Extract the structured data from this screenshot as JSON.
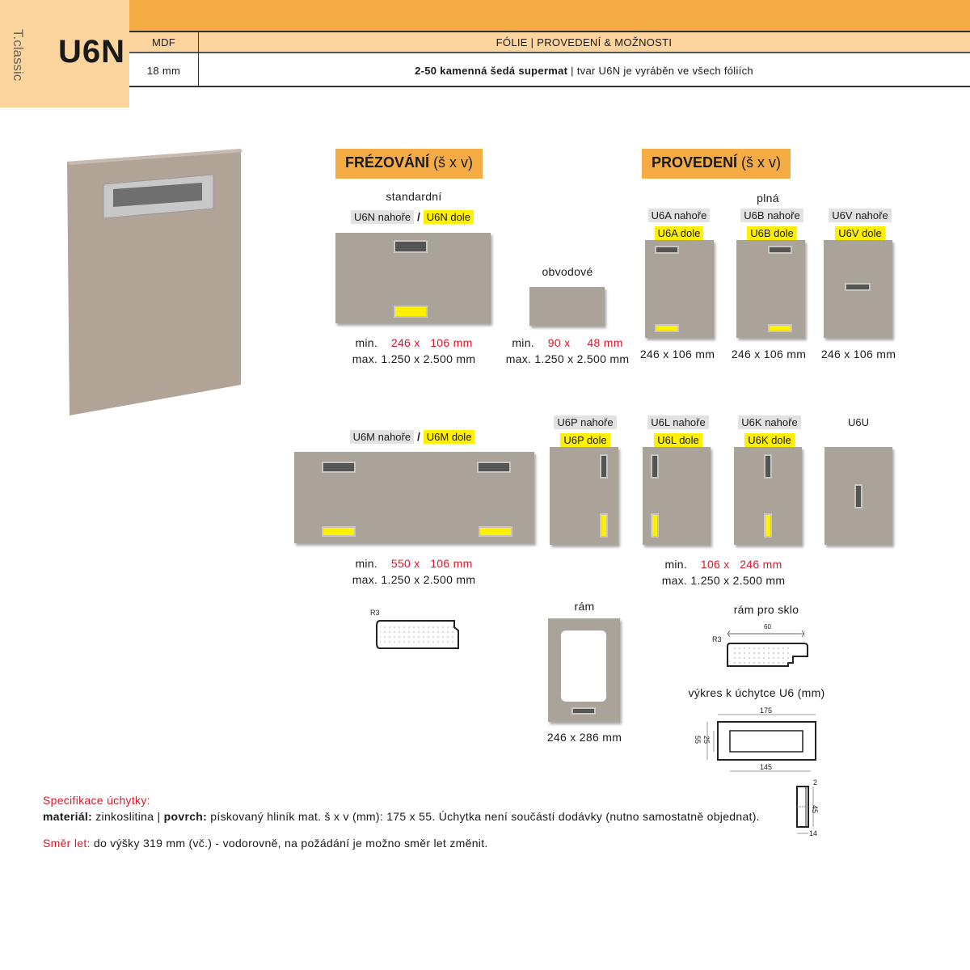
{
  "brand": {
    "logo": "T.classic",
    "code": "U6N"
  },
  "header": {
    "col1_head": "MDF",
    "col2_head": "FÓLIE | PROVEDENÍ & MOŽNOSTI",
    "col1_value": "18 mm",
    "col2_bold": "2-50 kamenná šedá supermat",
    "col2_rest": " | tvar U6N je vyráběn ve všech fóliích"
  },
  "frezovani": {
    "title": "FRÉZOVÁNÍ",
    "suffix": "(š x v)",
    "standard": {
      "label": "standardní",
      "top": "U6N nahoře",
      "sep": "/",
      "bottom": "U6N dole",
      "min": "min.",
      "min_w": "246 x",
      "min_h": "106 mm",
      "max": "max. 1.250 x 2.500 mm"
    },
    "obvodove": {
      "label": "obvodové",
      "min": "min.",
      "min_w": "90 x",
      "min_h": "48 mm",
      "max": "max. 1.250 x 2.500 mm"
    }
  },
  "provedeni": {
    "title": "PROVEDENÍ",
    "suffix": "(š x v)",
    "plna": "plná",
    "items": [
      {
        "top": "U6A nahoře",
        "bottom": "U6A dole",
        "size": "246 x 106 mm"
      },
      {
        "top": "U6B nahoře",
        "bottom": "U6B dole",
        "size": "246 x 106 mm"
      },
      {
        "top": "U6V nahoře",
        "bottom": "U6V dole",
        "size": "246 x 106 mm"
      }
    ]
  },
  "row2": {
    "u6m": {
      "top": "U6M nahoře",
      "sep": "/",
      "bottom": "U6M dole",
      "min": "min.",
      "min_w": "550 x",
      "min_h": "106 mm",
      "max": "max. 1.250 x 2.500 mm"
    },
    "items": [
      {
        "top": "U6P nahoře",
        "bottom": "U6P dole"
      },
      {
        "top": "U6L nahoře",
        "bottom": "U6L dole"
      },
      {
        "top": "U6K nahoře",
        "bottom": "U6K dole"
      },
      {
        "top": "U6U"
      }
    ],
    "min": "min.",
    "min_w": "106 x",
    "min_h": "246 mm",
    "max": "max. 1.250 x 2.500 mm"
  },
  "profiles": {
    "r3": "R3",
    "ram": "rám",
    "ram_size": "246 x 286 mm",
    "ram_sklo": "rám pro sklo",
    "sklo_r3": "R3",
    "sklo_w": "60"
  },
  "drawing": {
    "title": "výkres k úchytce U6 (mm)",
    "w175": "175",
    "w145": "145",
    "h55": "55",
    "h25": "25",
    "d2": "2",
    "d45": "45",
    "d14": "14"
  },
  "spec": {
    "title": "Specifikace úchytky:",
    "mat_label": "materiál:",
    "mat_value": " zinkoslitina | ",
    "surf_label": "povrch:",
    "surf_value": " pískovaný hliník mat. š x v (mm): 175 x 55. Úchytka není součástí dodávky (nutno samostatně objednat).",
    "dir_label": "Směr let:",
    "dir_value": " do výšky 319 mm (vč.) - vodorovně, na požádání je možno směr let změnit."
  }
}
